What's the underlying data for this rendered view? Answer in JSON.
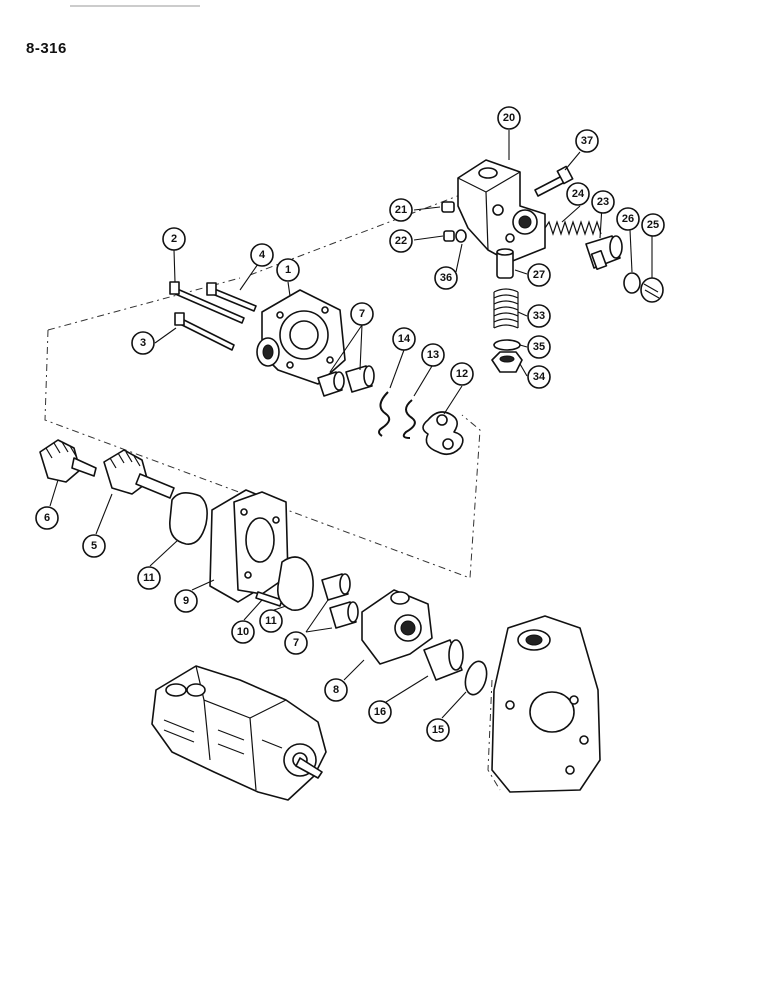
{
  "page": {
    "number": "8-316"
  },
  "callouts": [
    {
      "id": "c1",
      "label": "1"
    },
    {
      "id": "c2",
      "label": "2"
    },
    {
      "id": "c3",
      "label": "3"
    },
    {
      "id": "c4",
      "label": "4"
    },
    {
      "id": "c5",
      "label": "5"
    },
    {
      "id": "c6",
      "label": "6"
    },
    {
      "id": "c7a",
      "label": "7"
    },
    {
      "id": "c7b",
      "label": "7"
    },
    {
      "id": "c8",
      "label": "8"
    },
    {
      "id": "c9",
      "label": "9"
    },
    {
      "id": "c10",
      "label": "10"
    },
    {
      "id": "c11a",
      "label": "11"
    },
    {
      "id": "c11b",
      "label": "11"
    },
    {
      "id": "c12",
      "label": "12"
    },
    {
      "id": "c13",
      "label": "13"
    },
    {
      "id": "c14",
      "label": "14"
    },
    {
      "id": "c15",
      "label": "15"
    },
    {
      "id": "c16",
      "label": "16"
    },
    {
      "id": "c20",
      "label": "20"
    },
    {
      "id": "c21",
      "label": "21"
    },
    {
      "id": "c22",
      "label": "22"
    },
    {
      "id": "c23",
      "label": "23"
    },
    {
      "id": "c24",
      "label": "24"
    },
    {
      "id": "c25",
      "label": "25"
    },
    {
      "id": "c26",
      "label": "26"
    },
    {
      "id": "c27",
      "label": "27"
    },
    {
      "id": "c33",
      "label": "33"
    },
    {
      "id": "c34",
      "label": "34"
    },
    {
      "id": "c35",
      "label": "35"
    },
    {
      "id": "c36",
      "label": "36"
    },
    {
      "id": "c37",
      "label": "37"
    }
  ]
}
